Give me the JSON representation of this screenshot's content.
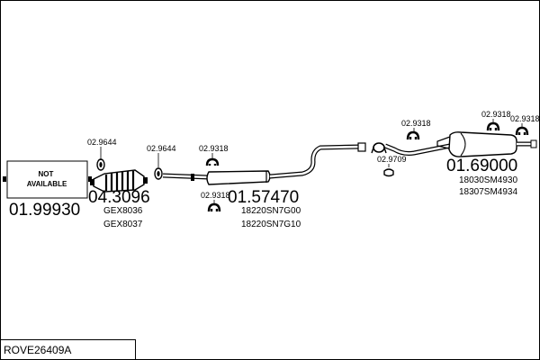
{
  "diagram": {
    "code": "ROVE26409A",
    "parts": [
      {
        "id": "front-pipe",
        "number": "01.99930",
        "not_available": "NOT\nAVAILABLE",
        "oem": []
      },
      {
        "id": "catalyst",
        "number": "04.3096",
        "oem": [
          "GEX8036",
          "GEX8037"
        ]
      },
      {
        "id": "middle-silencer",
        "number": "01.57470",
        "oem": [
          "18220SN7G00",
          "18220SN7G10"
        ]
      },
      {
        "id": "rear-silencer",
        "number": "01.69000",
        "oem": [
          "18030SM4930",
          "18307SM4934"
        ]
      }
    ],
    "accessories": [
      {
        "id": "gasket-1",
        "number": "02.9644"
      },
      {
        "id": "gasket-2",
        "number": "02.9644"
      },
      {
        "id": "hanger-1",
        "number": "02.9318"
      },
      {
        "id": "hanger-2",
        "number": "02.9318"
      },
      {
        "id": "clamp-1",
        "number": "02.9709"
      },
      {
        "id": "hanger-3",
        "number": "02.9318"
      },
      {
        "id": "hanger-4",
        "number": "02.9318"
      },
      {
        "id": "hanger-5",
        "number": "02.9318"
      }
    ]
  },
  "colors": {
    "line": "#000000",
    "background": "#ffffff"
  }
}
